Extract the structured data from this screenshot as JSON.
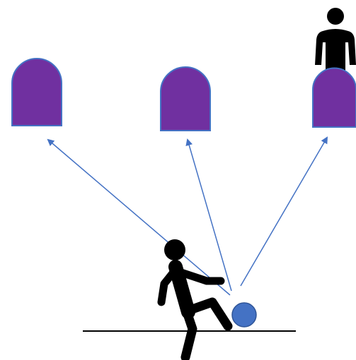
{
  "diagram": {
    "colors": {
      "background": "#ffffff",
      "goal_fill": "#7030a0",
      "goal_stroke": "#4472c4",
      "arrow": "#4472c4",
      "ball_fill": "#4472c4",
      "ball_stroke": "#2f5597",
      "figure": "#000000",
      "ground": "#000000"
    },
    "icons": {
      "kicker": "kicking-person-icon",
      "standing": "standing-person-icon",
      "ball": "ball-icon",
      "goal": "arched-goal-icon"
    },
    "goals": [
      {
        "id": "left"
      },
      {
        "id": "middle"
      },
      {
        "id": "right"
      }
    ]
  }
}
